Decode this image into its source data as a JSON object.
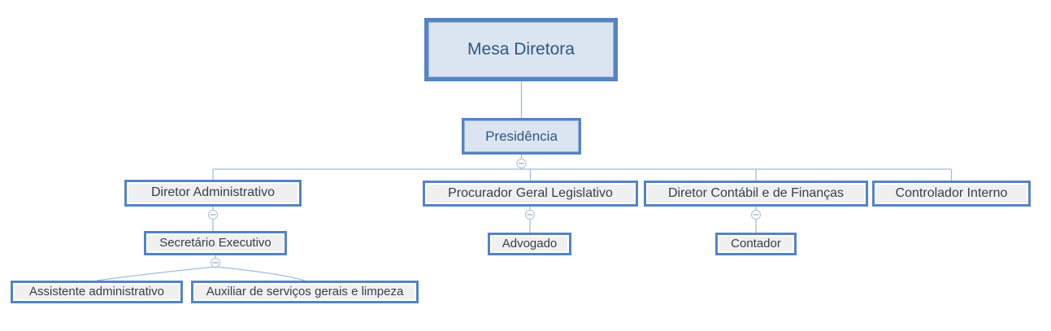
{
  "org_chart": {
    "nodes": [
      {
        "id": "mesa-diretora",
        "label": "Mesa Diretora",
        "parent": null
      },
      {
        "id": "presidencia",
        "label": "Presidência",
        "parent": "mesa-diretora"
      },
      {
        "id": "diretor-administrativo",
        "label": "Diretor Administrativo",
        "parent": "presidencia"
      },
      {
        "id": "procurador-geral-legislativo",
        "label": "Procurador Geral Legislativo",
        "parent": "presidencia"
      },
      {
        "id": "diretor-contabil-e-de-financas",
        "label": "Diretor Contábil e de Finanças",
        "parent": "presidencia"
      },
      {
        "id": "controlador-interno",
        "label": "Controlador Interno",
        "parent": "presidencia"
      },
      {
        "id": "secretario-executivo",
        "label": "Secretário Executivo",
        "parent": "diretor-administrativo"
      },
      {
        "id": "advogado",
        "label": "Advogado",
        "parent": "procurador-geral-legislativo"
      },
      {
        "id": "contador",
        "label": "Contador",
        "parent": "diretor-contabil-e-de-financas"
      },
      {
        "id": "assistente-administrativo",
        "label": "Assistente administrativo",
        "parent": "secretario-executivo"
      },
      {
        "id": "auxiliar-servicos-gerais",
        "label": "Auxiliar de serviços gerais e limpeza",
        "parent": "secretario-executivo"
      }
    ],
    "collapse_buttons": {
      "symbol": "minus",
      "attached_to": [
        "presidencia",
        "diretor-administrativo",
        "procurador-geral-legislativo",
        "diretor-contabil-e-de-financas",
        "secretario-executivo"
      ]
    },
    "colors": {
      "node_border": "#5484C4",
      "level1_fill": "#DBE5F1",
      "secondary_fill": "#F0F0F1",
      "level1_text": "#2D5883",
      "secondary_text": "#333E4B",
      "connector": "#A0BCDE"
    }
  }
}
